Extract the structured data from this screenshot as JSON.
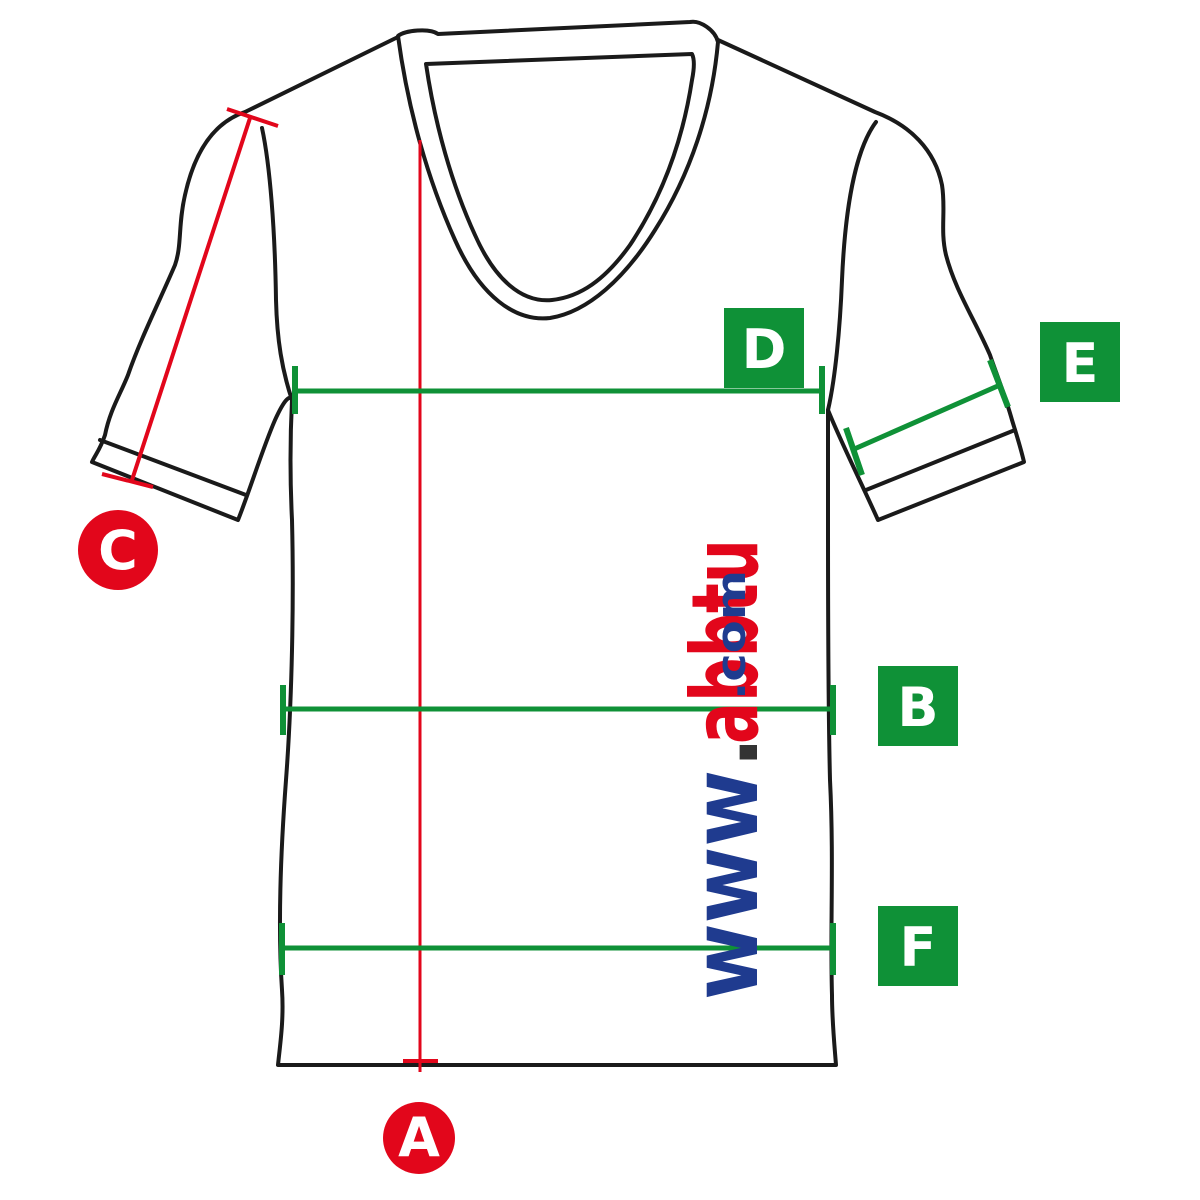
{
  "colors": {
    "outline": "#1a1a1a",
    "red_measure": "#e2061b",
    "green_measure": "#0f9137",
    "badge_text": "#ffffff",
    "wm_blue": "#1f3b8f",
    "wm_red": "#e2061b",
    "wm_dot": "#333333"
  },
  "measurements": {
    "A": {
      "label": "A"
    },
    "B": {
      "label": "B"
    },
    "C": {
      "label": "C"
    },
    "D": {
      "label": "D"
    },
    "E": {
      "label": "E"
    },
    "F": {
      "label": "F"
    }
  },
  "watermark": {
    "prefix": "www",
    "dot1": ".",
    "brand": "abbtu",
    "suffix": ".com"
  }
}
